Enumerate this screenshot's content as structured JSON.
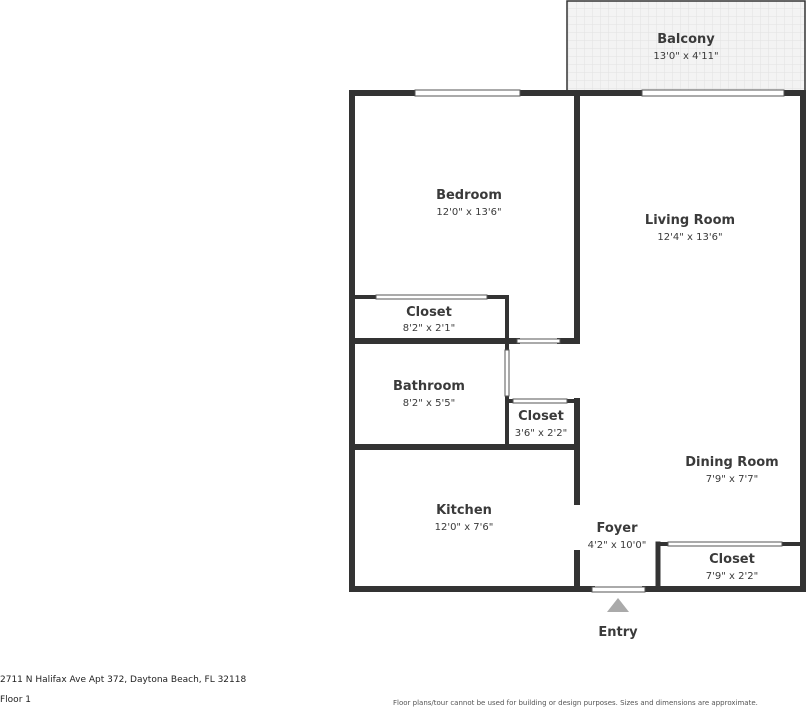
{
  "rooms": {
    "balcony": {
      "name": "Balcony",
      "dims": "13'0\" x 4'11\""
    },
    "bedroom": {
      "name": "Bedroom",
      "dims": "12'0\" x 13'6\""
    },
    "living_room": {
      "name": "Living Room",
      "dims": "12'4\" x 13'6\""
    },
    "bed_closet": {
      "name": "Closet",
      "dims": "8'2\" x 2'1\""
    },
    "bathroom": {
      "name": "Bathroom",
      "dims": "8'2\" x 5'5\""
    },
    "hall_closet": {
      "name": "Closet",
      "dims": "3'6\" x 2'2\""
    },
    "dining_room": {
      "name": "Dining Room",
      "dims": "7'9\" x 7'7\""
    },
    "kitchen": {
      "name": "Kitchen",
      "dims": "12'0\" x 7'6\""
    },
    "foyer": {
      "name": "Foyer",
      "dims": "4'2\" x 10'0\""
    },
    "entry_closet": {
      "name": "Closet",
      "dims": "7'9\" x 2'2\""
    }
  },
  "entry_label": "Entry",
  "footer": {
    "address": "2711 N Halifax Ave Apt 372, Daytona Beach, FL 32118",
    "floor": "Floor 1",
    "disclaimer": "Floor plans/tour cannot be used for building or design purposes. Sizes and dimensions are approximate."
  },
  "colors": {
    "wall": "#333333",
    "balcony_fill": "#f2f2f2",
    "entry_arrow": "#aaaaaa"
  }
}
